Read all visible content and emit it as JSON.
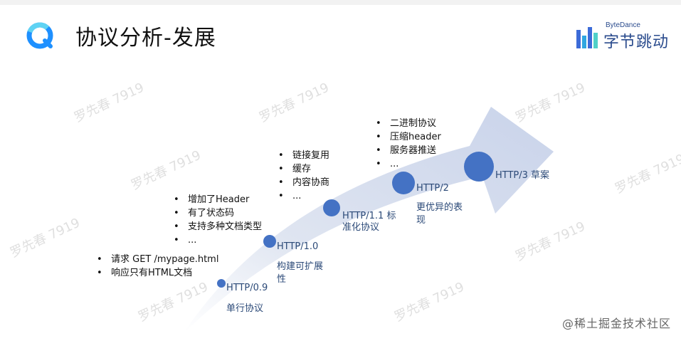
{
  "slide": {
    "title": "协议分析-发展",
    "brand_small": "ByteDance",
    "brand_name": "字节跳动",
    "footer": "@稀土掘金技术社区",
    "watermark": "罗先春 7919"
  },
  "milestones": [
    {
      "version": "HTTP/0.9",
      "desc": "单行协议",
      "bullets": [
        "请求 GET /mypage.html",
        "响应只有HTML文档"
      ]
    },
    {
      "version": "HTTP/1.0",
      "desc": "构建可扩展\n性",
      "bullets": [
        "增加了Header",
        "有了状态码",
        "支持多种文档类型",
        "..."
      ]
    },
    {
      "version": "HTTP/1.1 标",
      "desc": "准化协议",
      "bullets": [
        "链接复用",
        "缓存",
        "内容协商",
        "..."
      ]
    },
    {
      "version": "HTTP/2",
      "desc": "更优异的表\n现",
      "bullets": [
        "二进制协议",
        "压缩header",
        "服务器推送",
        "..."
      ]
    },
    {
      "version": "HTTP/3 草案",
      "desc": "",
      "bullets": []
    }
  ],
  "colors": {
    "node": "#4472c4",
    "arrow": "#d5dded",
    "text": "#2c4a78"
  }
}
